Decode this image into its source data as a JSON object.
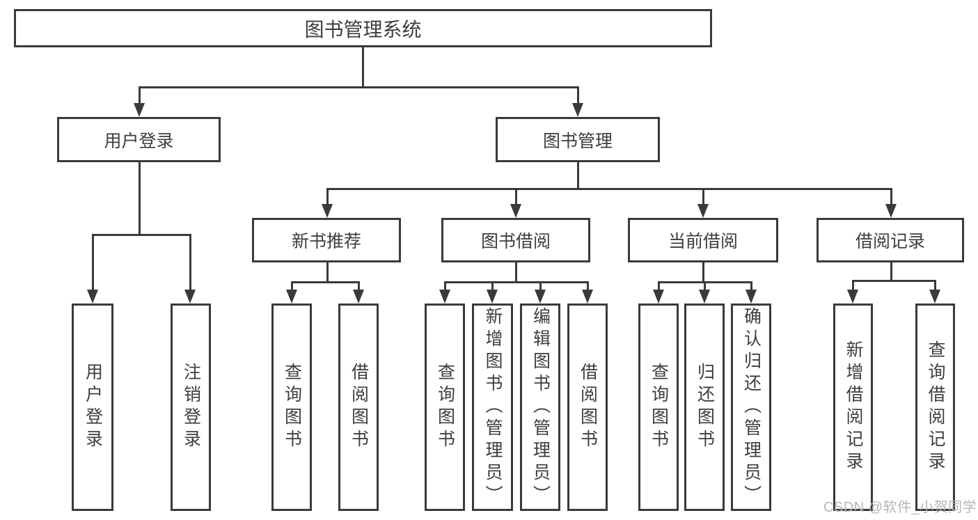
{
  "diagram": {
    "root": {
      "label": "图书管理系统"
    },
    "level1": [
      {
        "label": "用户登录"
      },
      {
        "label": "图书管理"
      }
    ],
    "level2": [
      {
        "label": "新书推荐"
      },
      {
        "label": "图书借阅"
      },
      {
        "label": "当前借阅"
      },
      {
        "label": "借阅记录"
      }
    ],
    "leaves": {
      "user_login": [
        {
          "label": "用户登录"
        },
        {
          "label": "注销登录"
        }
      ],
      "new_books": [
        {
          "label": "查询图书"
        },
        {
          "label": "借阅图书"
        }
      ],
      "book_borrow": [
        {
          "label": "查询图书"
        },
        {
          "label": "新增图书（管理员）"
        },
        {
          "label": "编辑图书（管理员）"
        },
        {
          "label": "借阅图书"
        }
      ],
      "current_borrow": [
        {
          "label": "查询图书"
        },
        {
          "label": "归还图书"
        },
        {
          "label": "确认归还（管理员）"
        }
      ],
      "borrow_records": [
        {
          "label": "新增借阅记录"
        },
        {
          "label": "查询借阅记录"
        }
      ]
    },
    "watermark": "CSDN @软件_小贺同学",
    "colors": {
      "line": "#3a3a3a",
      "text": "#3d3d42",
      "watermark": "#b6b6ba",
      "background": "#ffffff"
    }
  }
}
